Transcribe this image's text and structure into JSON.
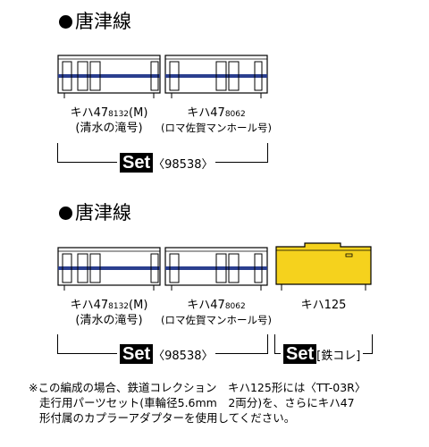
{
  "section1": {
    "heading": "唐津線",
    "car1": {
      "name_prefix": "キハ47",
      "name_num": "8132",
      "name_suffix": "(M)",
      "sub": "(清水の滝号)"
    },
    "car2": {
      "name_prefix": "キハ47",
      "name_num": "8062",
      "name_suffix": "",
      "sub": "(ロマ佐賀マンホール号)"
    },
    "set_badge": "Set",
    "set_number": "〈98538〉"
  },
  "section2": {
    "heading": "唐津線",
    "car1": {
      "name_prefix": "キハ47",
      "name_num": "8132",
      "name_suffix": "(M)",
      "sub": "(清水の滝号)"
    },
    "car2": {
      "name_prefix": "キハ47",
      "name_num": "8062",
      "name_suffix": "",
      "sub": "(ロマ佐賀マンホール号)"
    },
    "car3": {
      "name": "キハ125"
    },
    "set_badge": "Set",
    "set_number": "〈98538〉",
    "set2_badge": "Set",
    "set2_label": "[鉄コレ]"
  },
  "note": {
    "line1": "※この編成の場合、鉄道コレクション　キハ125形には〈TT-03R〉",
    "line2": "走行用パーツセット(車輪径5.6mm　2両分)を、さらにキハ47",
    "line3": "形付属のカプラーアダプターを使用してください。"
  },
  "colors": {
    "stripe": "#2b3f8f",
    "yellow": "#f5d21d",
    "body": "#ffffff"
  }
}
